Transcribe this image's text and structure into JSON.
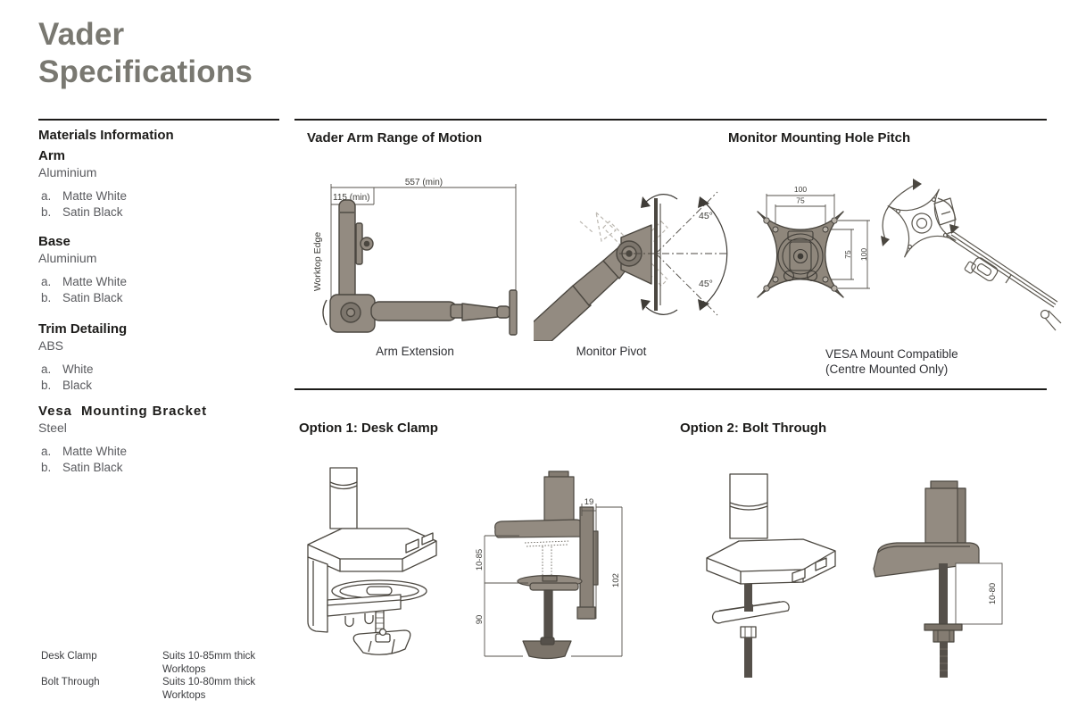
{
  "title": {
    "line1": "Vader",
    "line2": "Specifications"
  },
  "materials": {
    "heading": "Materials Information",
    "sections": [
      {
        "name": "Arm",
        "material": "Aluminium",
        "options": [
          {
            "k": "a.",
            "v": "Matte White"
          },
          {
            "k": "b.",
            "v": "Satin Black"
          }
        ]
      },
      {
        "name": "Base",
        "material": "Aluminium",
        "options": [
          {
            "k": "a.",
            "v": "Matte White"
          },
          {
            "k": "b.",
            "v": "Satin Black"
          }
        ]
      },
      {
        "name": "Trim Detailing",
        "material": "ABS",
        "options": [
          {
            "k": "a.",
            "v": "White"
          },
          {
            "k": "b.",
            "v": "Black"
          }
        ]
      },
      {
        "name": "Vesa  Mounting Bracket",
        "material": "Steel",
        "options": [
          {
            "k": "a.",
            "v": "Matte White"
          },
          {
            "k": "b.",
            "v": "Satin Black"
          }
        ]
      }
    ]
  },
  "worktop_notes": {
    "rows": [
      {
        "label": "Desk Clamp",
        "value": "Suits 10-85mm thick Worktops"
      },
      {
        "label": "Bolt Through",
        "value": "Suits 10-80mm thick Worktops"
      }
    ]
  },
  "range_of_motion": {
    "heading": "Vader Arm Range of Motion",
    "arm_extension": {
      "caption": "Arm Extension",
      "dim_reach": "557 (min)",
      "dim_min": "115 (min)",
      "edge_label": "Worktop Edge"
    },
    "monitor_pivot": {
      "caption": "Monitor Pivot",
      "angle_up": "45°",
      "angle_down": "45°"
    }
  },
  "mounting": {
    "heading": "Monitor Mounting Hole Pitch",
    "caption_line1": "VESA Mount Compatible",
    "caption_line2": "(Centre Mounted Only)",
    "pitch_outer_h": "100",
    "pitch_inner_h": "75",
    "pitch_inner_v": "75",
    "pitch_outer_v": "100"
  },
  "fixing_options": {
    "option1_heading": "Option 1: Desk Clamp",
    "option2_heading": "Option 2: Bolt Through",
    "desk_clamp_dims": {
      "hook": "19",
      "clamp_range": "10-85",
      "height": "102",
      "below": "90"
    },
    "bolt_through_dims": {
      "worktop_range": "10-80"
    }
  },
  "colors": {
    "fill_taupe": "#938b81",
    "fill_dark": "#55504a",
    "line_dark": "#4b4740",
    "title_gray": "#797871",
    "text_gray": "#595a5e"
  }
}
